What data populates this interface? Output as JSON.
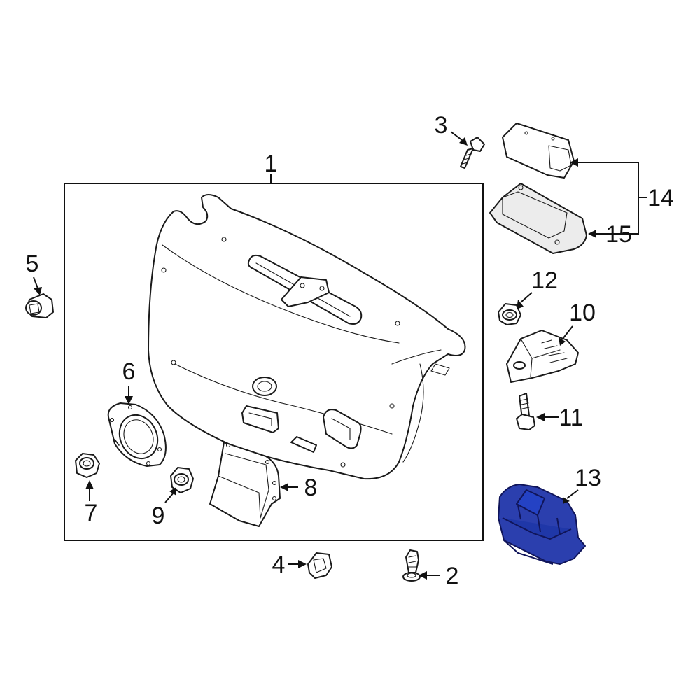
{
  "callouts": {
    "c1": "1",
    "c2": "2",
    "c3": "3",
    "c4": "4",
    "c5": "5",
    "c6": "6",
    "c7": "7",
    "c8": "8",
    "c9": "9",
    "c10": "10",
    "c11": "11",
    "c12": "12",
    "c13": "13",
    "c14": "14",
    "c15": "15"
  },
  "colors": {
    "highlight_part": "#2b3fae",
    "line_art": "#1a1a1a",
    "background": "#ffffff"
  },
  "highlighted_callout": "13"
}
